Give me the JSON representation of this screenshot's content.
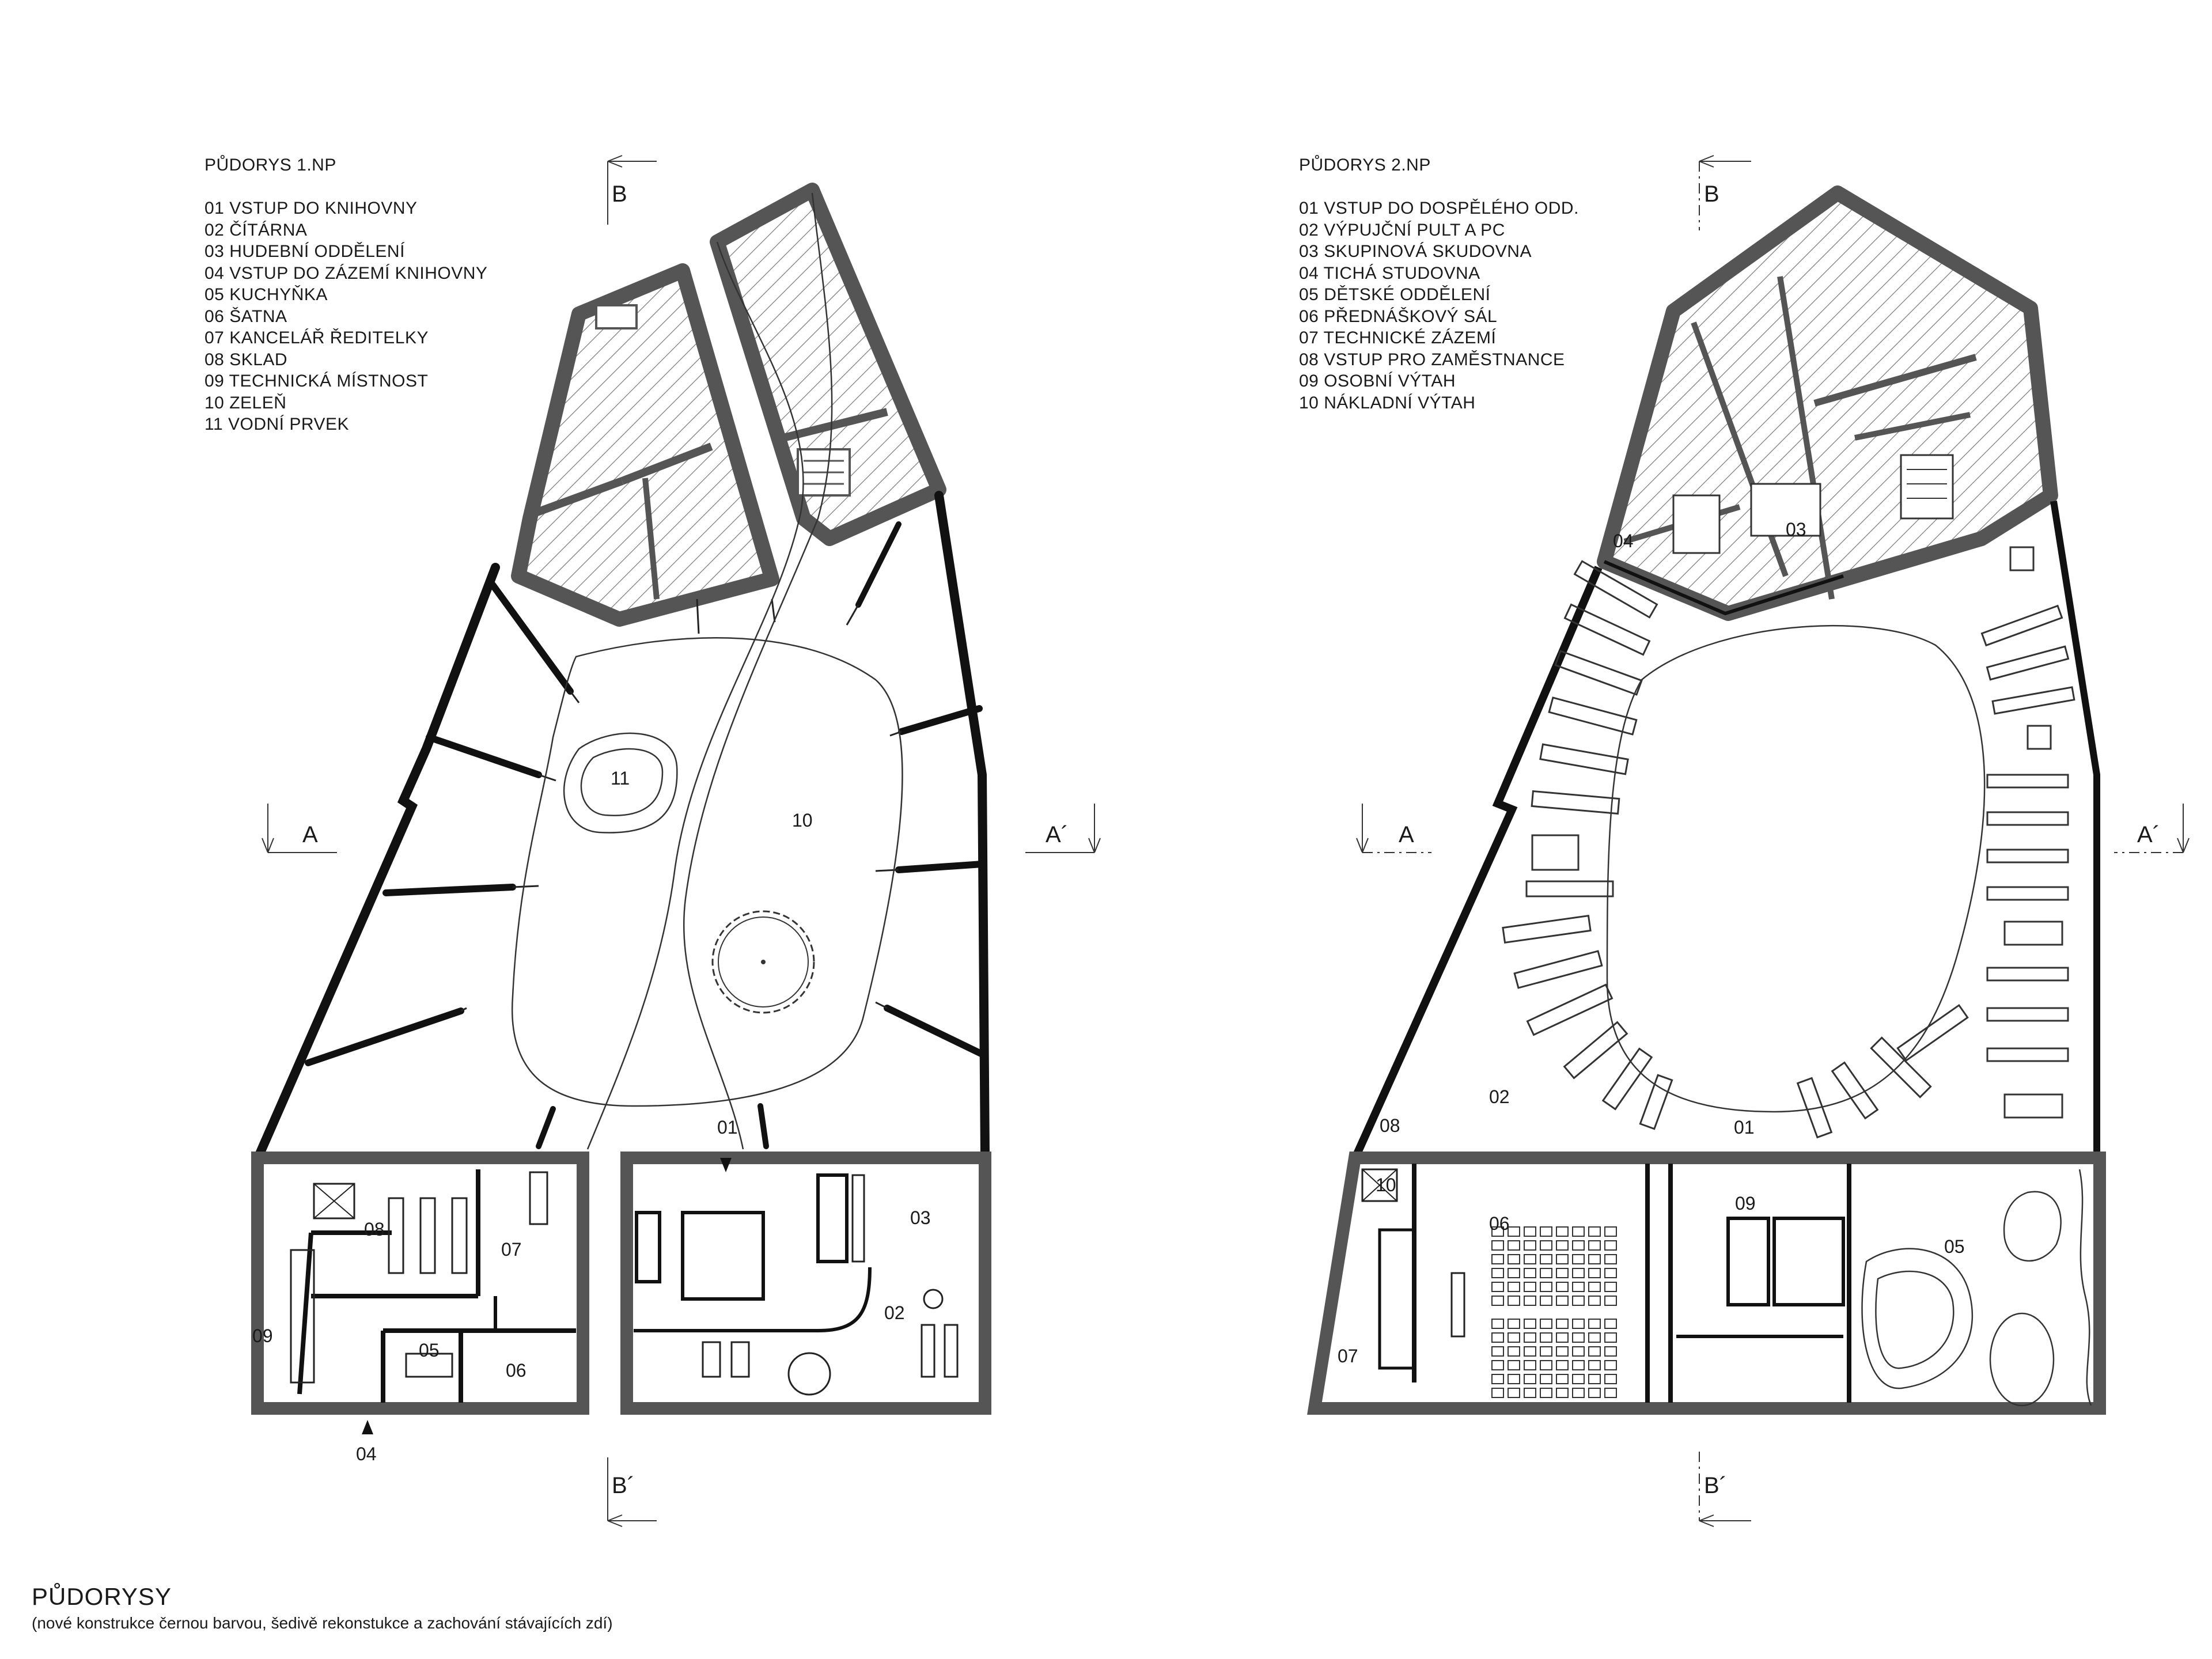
{
  "sheet": {
    "title": "PŮDORYSY",
    "subtitle": "(nové konstrukce černou barvou, šedivě rekonstukce a zachování stávajících zdí)"
  },
  "plan1": {
    "title": "PŮDORYS 1.NP",
    "legend": [
      "01 VSTUP DO KNIHOVNY",
      "02 ČÍTÁRNA",
      "03 HUDEBNÍ ODDĚLENÍ",
      "04 VSTUP DO ZÁZEMÍ KNIHOVNY",
      "05 KUCHYŇKA",
      "06 ŠATNA",
      "07 KANCELÁŘ ŘEDITELKY",
      "08 SKLAD",
      "09 TECHNICKÁ MÍSTNOST",
      "10 ZELEŇ",
      "11 VODNÍ PRVEK"
    ],
    "rooms": {
      "r01": "01",
      "r02": "02",
      "r03": "03",
      "r04": "04",
      "r05": "05",
      "r06": "06",
      "r07": "07",
      "r08": "08",
      "r09": "09",
      "r10": "10",
      "r11": "11"
    },
    "sections": {
      "a": "A",
      "a2": "A´",
      "b": "B",
      "b2": "B´"
    }
  },
  "plan2": {
    "title": "PŮDORYS 2.NP",
    "legend": [
      "01 VSTUP DO DOSPĚLÉHO ODD.",
      "02 VÝPUJČNÍ PULT A PC",
      "03 SKUPINOVÁ SKUDOVNA",
      "04 TICHÁ STUDOVNA",
      "05 DĚTSKÉ ODDĚLENÍ",
      "06 PŘEDNÁŠKOVÝ SÁL",
      "07 TECHNICKÉ ZÁZEMÍ",
      "08 VSTUP PRO ZAMĚSTNANCE",
      "09 OSOBNÍ VÝTAH",
      "10 NÁKLADNÍ VÝTAH"
    ],
    "rooms": {
      "r01": "01",
      "r02": "02",
      "r03": "03",
      "r04": "04",
      "r05": "05",
      "r06": "06",
      "r07": "07",
      "r08": "08",
      "r09": "09",
      "r10": "10"
    },
    "sections": {
      "a": "A",
      "a2": "A´",
      "b": "B",
      "b2": "B´"
    }
  },
  "colors": {
    "ink": "#1a1a1a",
    "existing_wall": "#555555",
    "hatch": "#7a7a7a"
  }
}
